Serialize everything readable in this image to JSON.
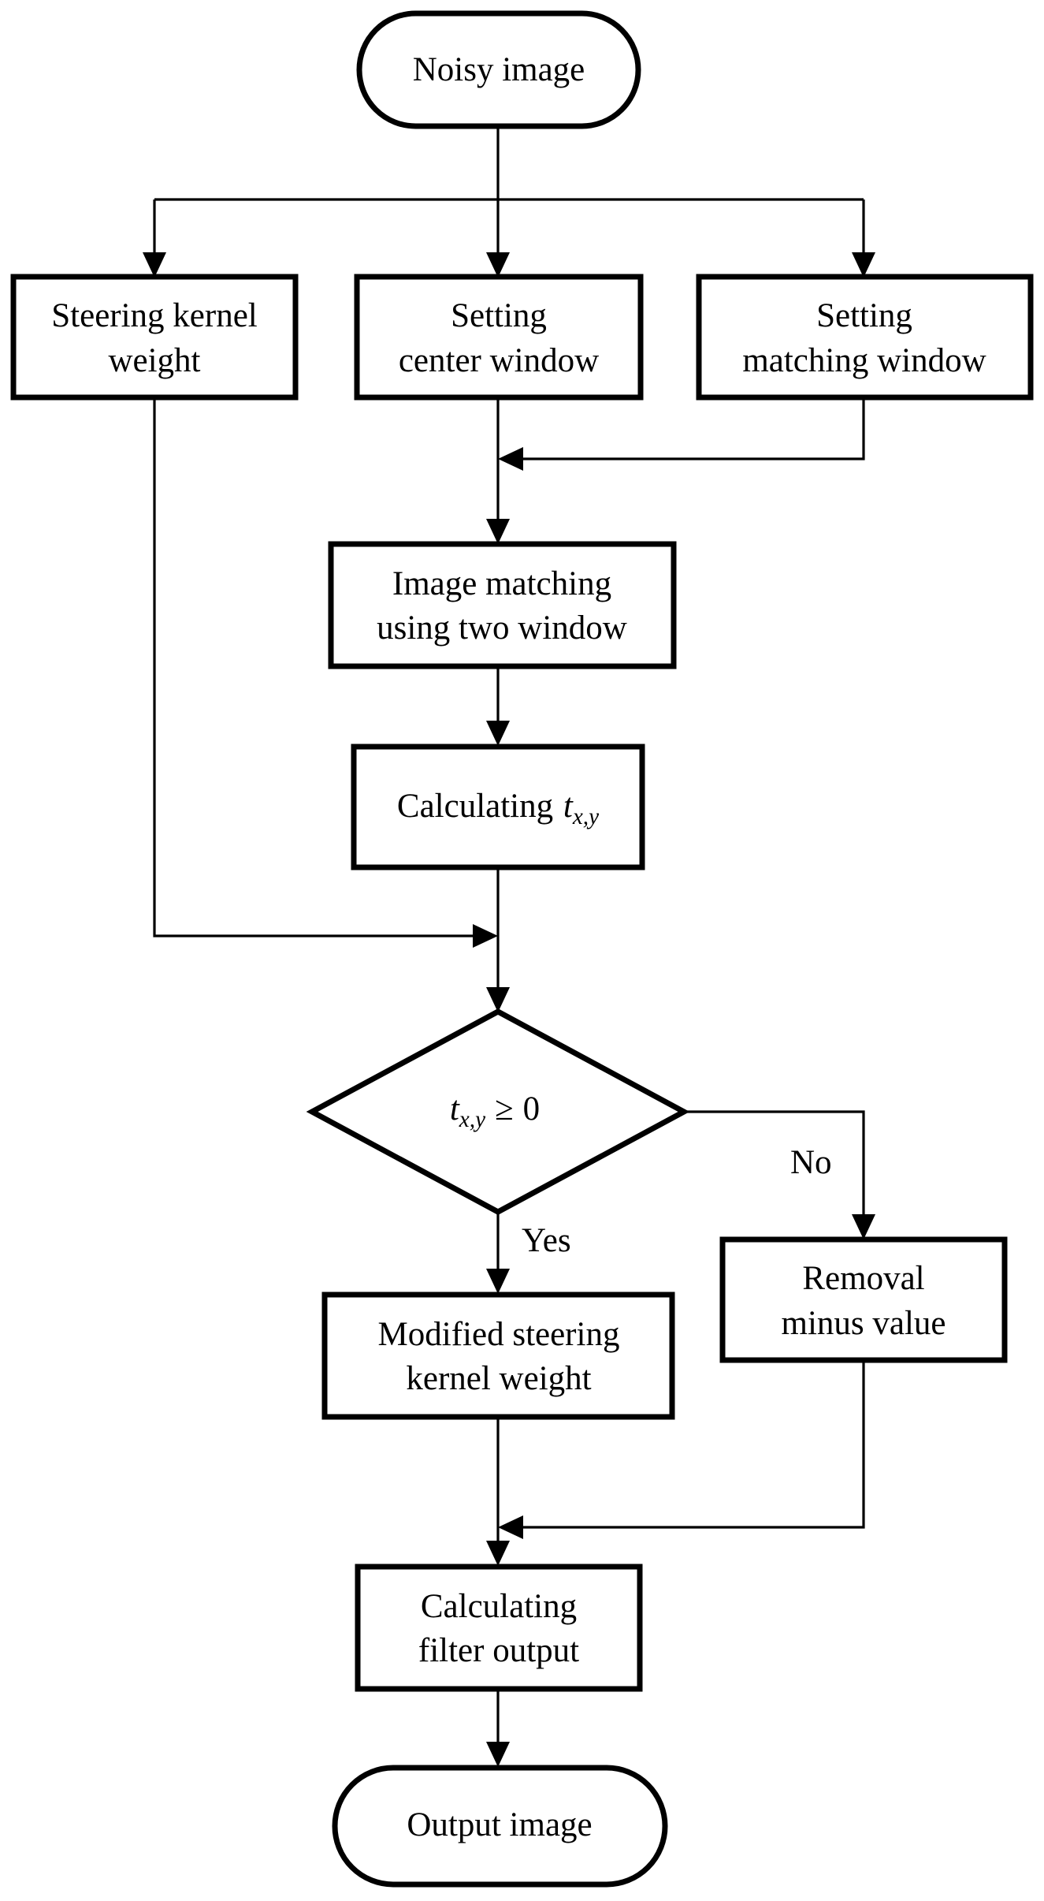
{
  "diagram": {
    "type": "flowchart",
    "title": "",
    "orientation": "top-to-bottom",
    "background_color": "#ffffff",
    "line_color": "#000000",
    "text_color": "#000000",
    "nodes": [
      {
        "id": "noisy-image",
        "shape": "terminal",
        "label": "Noisy image",
        "lines": [
          "Noisy image"
        ]
      },
      {
        "id": "steering-kernel-weight",
        "shape": "process",
        "label": "Steering kernel weight",
        "lines": [
          "Steering kernel",
          "weight"
        ]
      },
      {
        "id": "setting-center-window",
        "shape": "process",
        "label": "Setting center window",
        "lines": [
          "Setting",
          "center window"
        ]
      },
      {
        "id": "setting-matching-window",
        "shape": "process",
        "label": "Setting matching window",
        "lines": [
          "Setting",
          "matching window"
        ]
      },
      {
        "id": "image-matching",
        "shape": "process",
        "label": "Image matching using two window",
        "lines": [
          "Image matching",
          "using two window"
        ]
      },
      {
        "id": "calculating-t",
        "shape": "process",
        "label": "Calculating t_x,y",
        "lines": [
          "Calculating "
        ],
        "math": {
          "base": "t",
          "sub": "x,y"
        }
      },
      {
        "id": "decision-t",
        "shape": "decision",
        "label": "t_x,y >= 0",
        "math": {
          "base": "t",
          "sub": "x,y",
          "relation": "≥",
          "value": "0"
        }
      },
      {
        "id": "removal-minus-value",
        "shape": "process",
        "label": "Removal minus value",
        "lines": [
          "Removal",
          "minus value"
        ]
      },
      {
        "id": "modified-steering-kernel-weight",
        "shape": "process",
        "label": "Modified steering kernel weight",
        "lines": [
          "Modified steering",
          "kernel weight"
        ]
      },
      {
        "id": "calculating-filter-output",
        "shape": "process",
        "label": "Calculating filter output",
        "lines": [
          "Calculating",
          "filter output"
        ]
      },
      {
        "id": "output-image",
        "shape": "terminal",
        "label": "Output image",
        "lines": [
          "Output image"
        ]
      }
    ],
    "edge_labels": {
      "yes": "Yes",
      "no": "No"
    },
    "edges": [
      {
        "from": "noisy-image",
        "to": "steering-kernel-weight",
        "label": ""
      },
      {
        "from": "noisy-image",
        "to": "setting-center-window",
        "label": ""
      },
      {
        "from": "noisy-image",
        "to": "setting-matching-window",
        "label": ""
      },
      {
        "from": "setting-center-window",
        "to": "image-matching",
        "label": ""
      },
      {
        "from": "setting-matching-window",
        "to": "image-matching",
        "label": ""
      },
      {
        "from": "image-matching",
        "to": "calculating-t",
        "label": ""
      },
      {
        "from": "calculating-t",
        "to": "decision-t",
        "label": ""
      },
      {
        "from": "steering-kernel-weight",
        "to": "decision-t",
        "label": ""
      },
      {
        "from": "decision-t",
        "to": "modified-steering-kernel-weight",
        "label": "Yes"
      },
      {
        "from": "decision-t",
        "to": "removal-minus-value",
        "label": "No"
      },
      {
        "from": "modified-steering-kernel-weight",
        "to": "calculating-filter-output",
        "label": ""
      },
      {
        "from": "removal-minus-value",
        "to": "calculating-filter-output",
        "label": ""
      },
      {
        "from": "calculating-filter-output",
        "to": "output-image",
        "label": ""
      }
    ]
  }
}
